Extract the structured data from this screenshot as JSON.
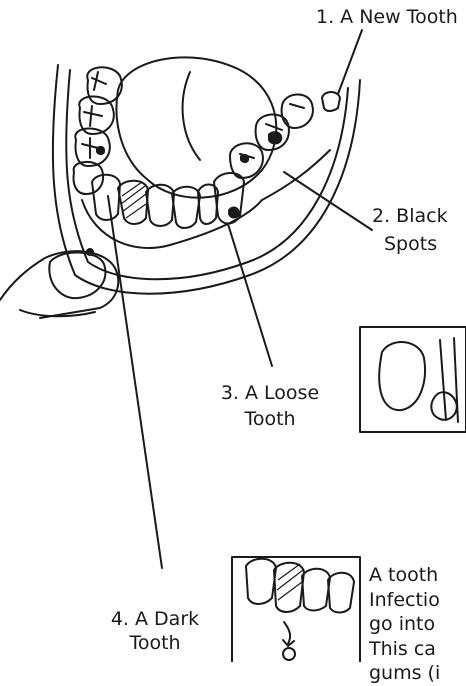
{
  "labels": {
    "new_tooth": "1. A New Tooth",
    "black_spots_line1": "2. Black",
    "black_spots_line2": "Spots",
    "loose_tooth_line1": "3. A Loose",
    "loose_tooth_line2": "Tooth",
    "dark_tooth_line1": "4. A Dark",
    "dark_tooth_line2": "Tooth"
  },
  "body_text": [
    "A tooth",
    "Infectio",
    "go into",
    "This ca",
    "gums (i"
  ],
  "colors": {
    "ink": "#1a1a1a",
    "background": "#ffffff"
  }
}
